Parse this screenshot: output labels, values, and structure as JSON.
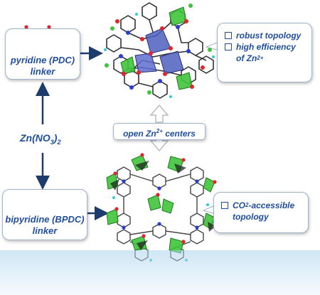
{
  "pdc_box": {
    "line1": "pyridine (PDC)",
    "line2": "linker"
  },
  "bpdc_box": {
    "line1": "bipyridine (BPDC)",
    "line2": "linker"
  },
  "zinc_label": {
    "main": "Zn(NO",
    "sub1": "3",
    "close": ")",
    "sub2": "2"
  },
  "center_label": {
    "text": "open Zn",
    "sup": "2+",
    "rest": " centers"
  },
  "callout_top": {
    "item1": "robust topology",
    "item2": "high efficiency",
    "item3_main": "of Zn",
    "item3_sup": "2+"
  },
  "callout_bottom": {
    "item1_main": "CO",
    "item1_sub": "2",
    "item1_rest": "-accessible",
    "item2": "topology"
  },
  "colors": {
    "label_blue": "#1f4e9e",
    "arrow": "#1e3b6e",
    "zn_polyhedron_top": "#4f5fbf",
    "zn_polyhedron_bottom": "#3ec43a",
    "oxygen": "#e0262b",
    "nitrogen": "#2a3fd0",
    "carbon": "#222222"
  }
}
